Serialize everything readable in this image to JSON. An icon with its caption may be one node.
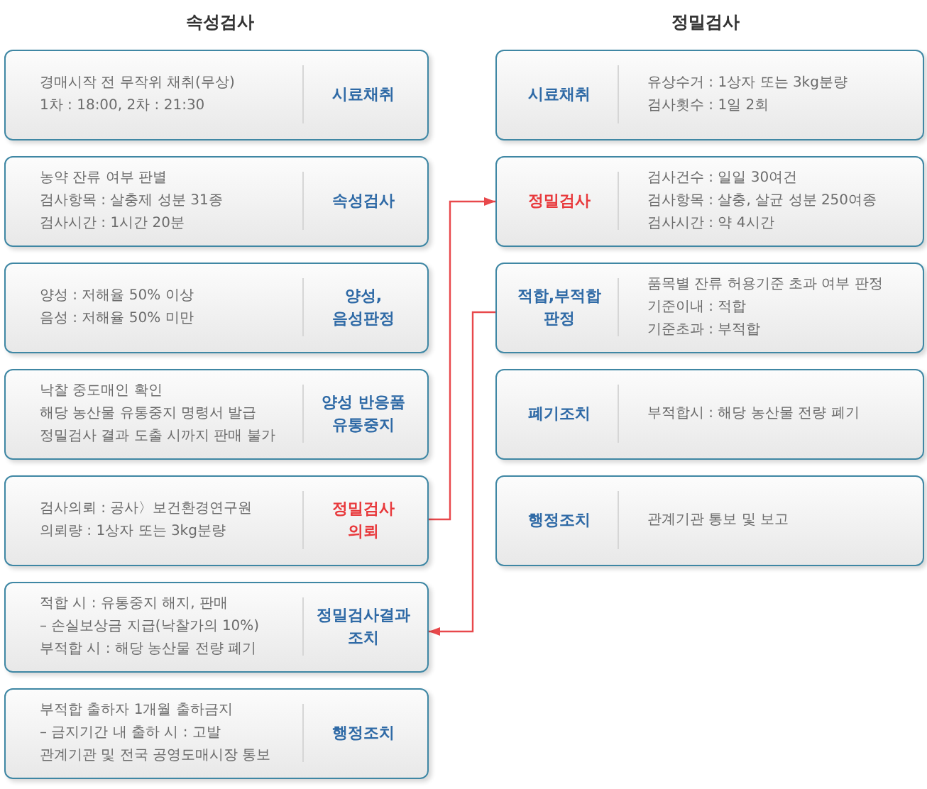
{
  "diagram": {
    "nodes": [
      {
        "text": [
          "경매시작 전 무작위 채취(무상) 1차 : 18:00, 2차 : 21:30",
          "시료채취"
        ]
      },
      {
        "text": [
          "농약 잔류 여부 판별 검사항목 : 살충제 성분 31종 검사시간 : 1시간 20분",
          "속성검사"
        ]
      },
      {
        "text": [
          "양성 : 저해율 50% 이상 음성 : 저해율 50% 미만",
          "양성, 음성판정"
        ]
      },
      {
        "text": [
          "낙찰 중도매인 확인 해당 농산물 유통중지 명령서 발급 정밀검사 결과 도출 시까지 판매 불가",
          "양성 반응품 유통중지"
        ]
      },
      {
        "text": [
          "검사의뢰 : 공사〉보건환경연구원 의뢰량 : 1상자 또는 3kg분량",
          "정밀검사 의뢰"
        ]
      },
      {
        "text": [
          "적합 시 : 유통중지 해지, 판매 – 손실보상금 지급(낙찰가의 10%) 부적합 시 : 해당 농산물 전량 폐기",
          "정밀검사결과 조치"
        ]
      },
      {
        "text": [
          "부적합 출하자 1개월 출하금지 – 금지기간 내 출하 시 : 고발 관계기관 및 전국 공영도매시장 통보",
          "행정조치"
        ]
      },
      {
        "text": [
          "시료채취",
          "유상수거 : 1상자 또는 3kg분량 검사횟수 : 1일 2회"
        ]
      },
      {
        "text": [
          "정밀검사",
          "검사건수 : 일일 30여건 검사항목 : 살충, 살균 성분 250여종 검사시간 : 약 4시간"
        ]
      },
      {
        "text": [
          "적합,부적합 판정",
          "품목별 잔류 허용기준 초과 여부 판정 기준이내 : 적합 기준초과 : 부적합"
        ]
      },
      {
        "text": [
          "폐기조치",
          "부적합시 : 해당 농산물 전량 폐기"
        ]
      },
      {
        "text": [
          "행정조치",
          "관계기관 통보 및 보고"
        ]
      }
    ],
    "edges": [
      {
        "from": 4,
        "to": 8,
        "arrow": "to"
      },
      {
        "from": 9,
        "to": 5,
        "arrow": "to"
      }
    ],
    "labels": [
      "속성검사",
      "정밀검사"
    ]
  }
}
